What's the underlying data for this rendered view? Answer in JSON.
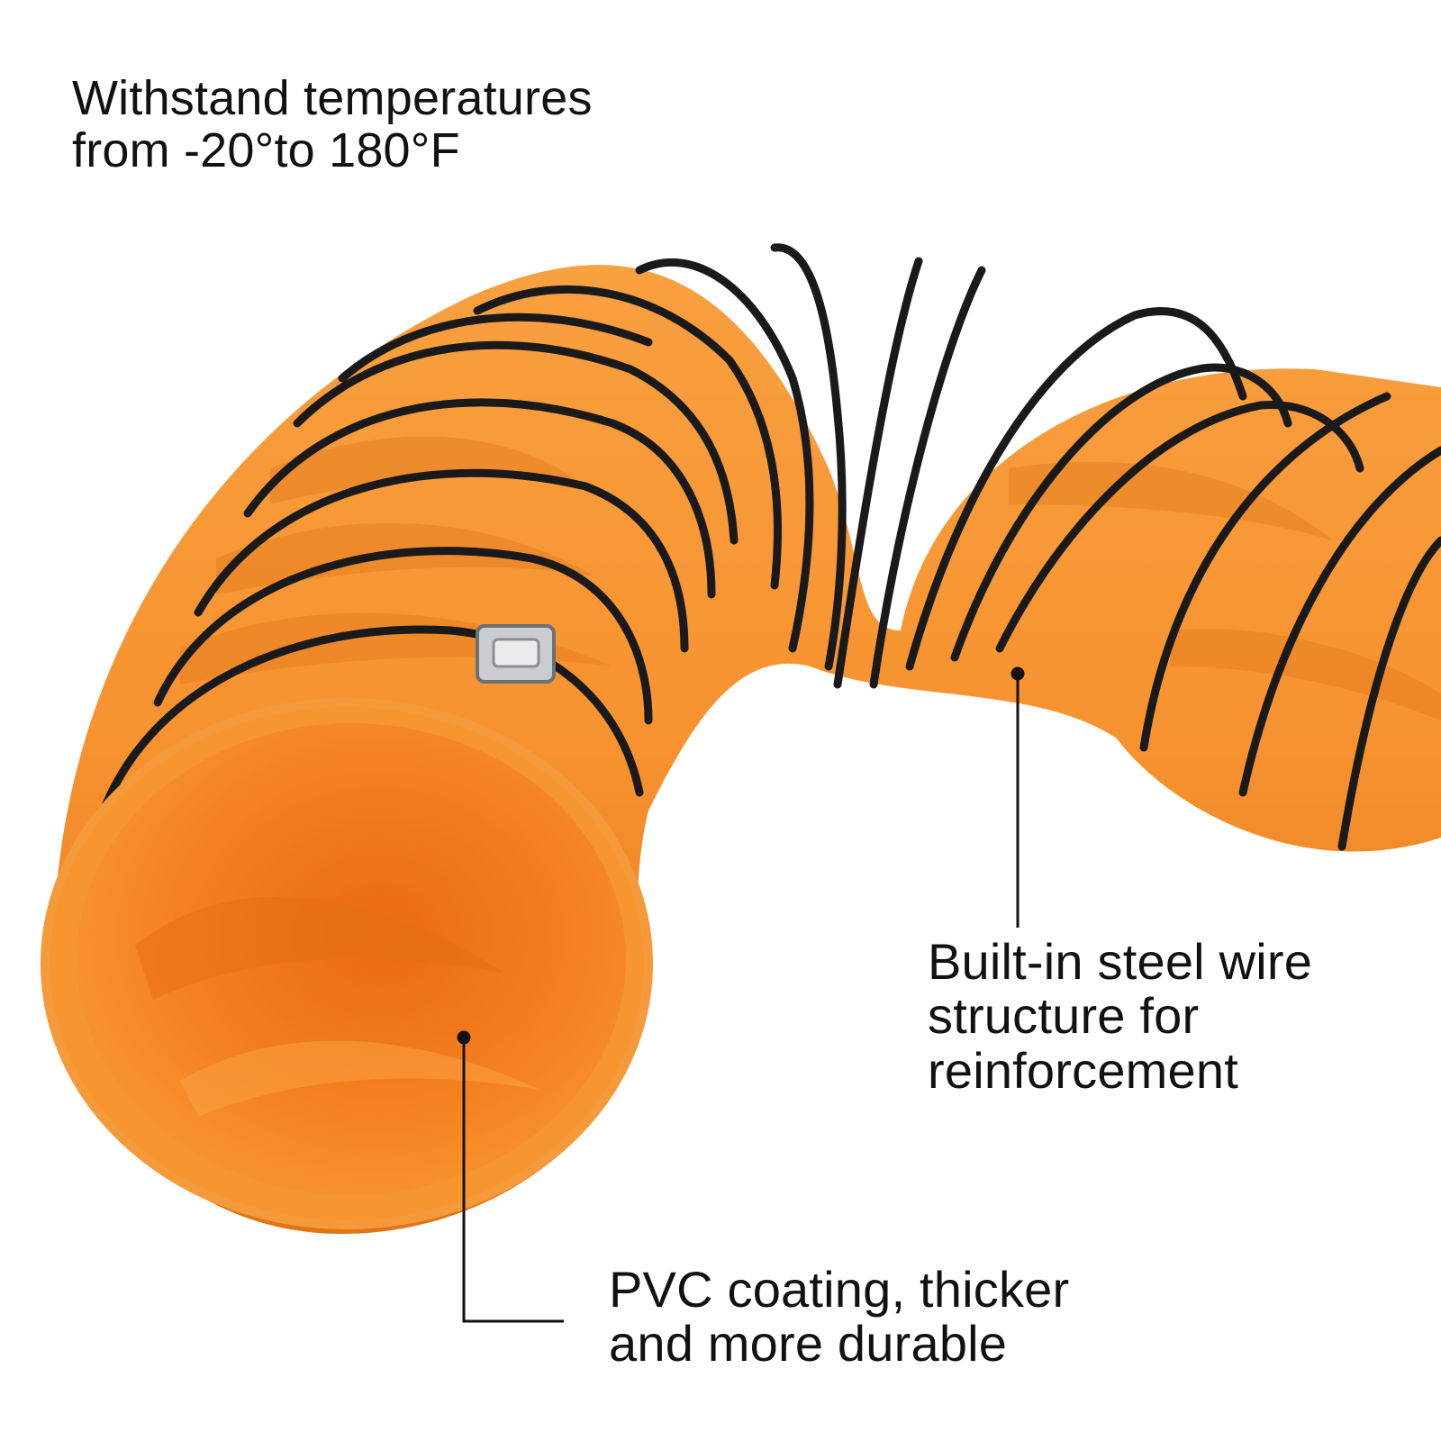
{
  "captions": {
    "temperature": {
      "line1": "Withstand temperatures",
      "line2": "from -20°to 180°F"
    },
    "steel_wire": {
      "line1": "Built-in steel wire",
      "line2": "structure for",
      "line3": "reinforcement"
    },
    "pvc": {
      "line1": "PVC coating, thicker",
      "line2": "and more durable"
    }
  },
  "colors": {
    "background": "#ffffff",
    "hose_orange": "#f7922f",
    "hose_shadow": "#e37a1d",
    "hose_inner": "#f4801f",
    "wire_black": "#1a1a1a",
    "text": "#111111"
  }
}
